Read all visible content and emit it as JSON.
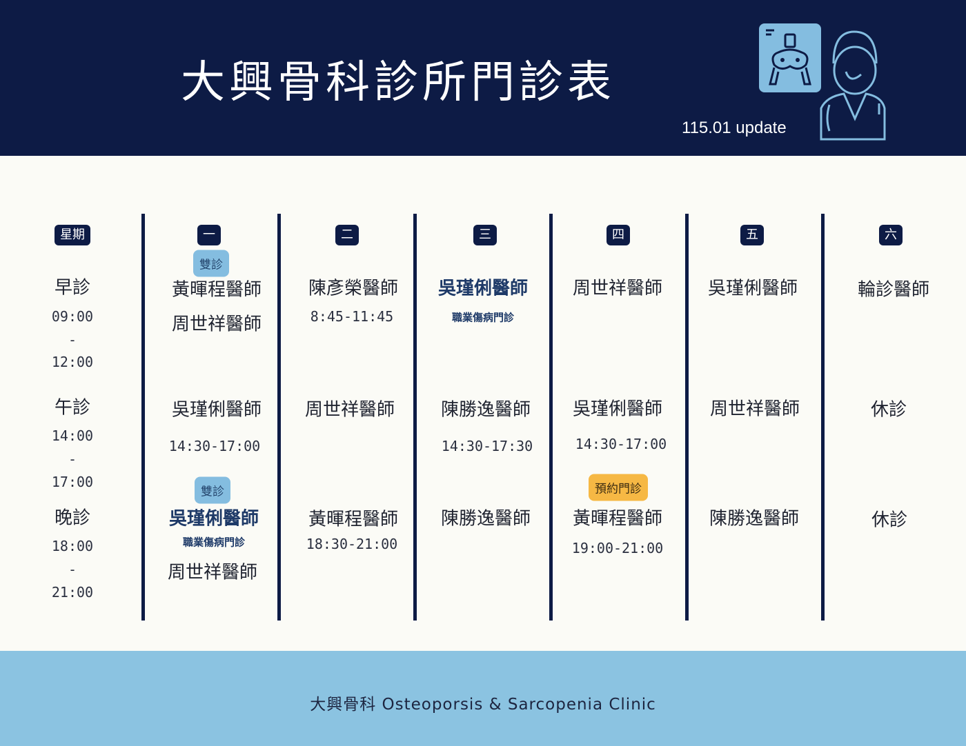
{
  "header": {
    "title": "大興骨科診所門診表",
    "update": "115.01 update"
  },
  "days": [
    "星期",
    "一",
    "二",
    "三",
    "四",
    "五",
    "六"
  ],
  "slots": {
    "morning": {
      "label": "早診",
      "start": "09:00",
      "dash": "-",
      "end": "12:00"
    },
    "afternoon": {
      "label": "午診",
      "start": "14:00",
      "dash": "-",
      "end": "17:00"
    },
    "evening": {
      "label": "晚診",
      "start": "18:00",
      "dash": "-",
      "end": "21:00"
    }
  },
  "mon": {
    "m_badge": "雙診",
    "m1": "黃暉程醫師",
    "m2": "周世祥醫師",
    "a1": "吳瑾俐醫師",
    "a_time": "14:30-17:00",
    "e_badge": "雙診",
    "e1": "吳瑾俐醫師",
    "e1_sub": "職業傷病門診",
    "e2": "周世祥醫師"
  },
  "tue": {
    "m1": "陳彥榮醫師",
    "m_time": "8:45-11:45",
    "a1": "周世祥醫師",
    "e1": "黃暉程醫師",
    "e_time": "18:30-21:00"
  },
  "wed": {
    "m1": "吳瑾俐醫師",
    "m_sub": "職業傷病門診",
    "a1": "陳勝逸醫師",
    "a_time": "14:30-17:30",
    "e1": "陳勝逸醫師"
  },
  "thu": {
    "m1": "周世祥醫師",
    "a1": "吳瑾俐醫師",
    "a_time": "14:30-17:00",
    "e_badge": "預約門診",
    "e1": "黃暉程醫師",
    "e_time": "19:00-21:00"
  },
  "fri": {
    "m1": "吳瑾俐醫師",
    "a1": "周世祥醫師",
    "e1": "陳勝逸醫師"
  },
  "sat": {
    "m1": "輪診醫師",
    "a1": "休診",
    "e1": "休診"
  },
  "footer": {
    "text": "大興骨科 Osteoporsis & Sarcopenia Clinic"
  },
  "colors": {
    "navy": "#0d1b45",
    "light_blue": "#8bc3e1",
    "badge": "#84bde0",
    "orange": "#f6b844"
  }
}
